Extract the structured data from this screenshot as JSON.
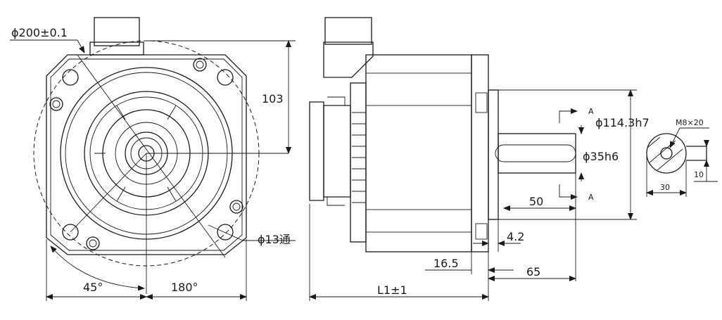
{
  "front_view": {
    "flange_dia": "ϕ200±0.1",
    "height_103": "103",
    "hole_label": "ϕ13通",
    "angle_45": "45°",
    "angle_180": "180°"
  },
  "side_view": {
    "pilot_dia": "ϕ114.3h7",
    "shaft_dia": "ϕ35h6",
    "section_a_top": "A",
    "section_a_bottom": "A",
    "dim_50": "50",
    "dim_4_2": "4.2",
    "dim_16_5": "16.5",
    "dim_65": "65",
    "dim_l1": "L1±1"
  },
  "section_view": {
    "thread": "M8×20",
    "key_depth": "10",
    "key_width": "30"
  }
}
